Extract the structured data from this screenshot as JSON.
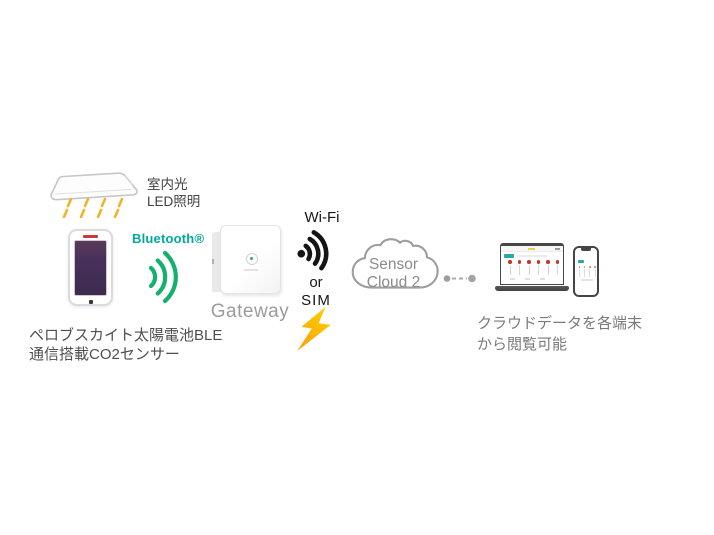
{
  "diagram": {
    "led": {
      "label_line1": "室内光",
      "label_line2": "LED照明"
    },
    "sensor": {
      "caption_line1": "ペロブスカイト太陽電池BLE",
      "caption_line2": "通信搭載CO2センサー"
    },
    "bluetooth_label": "Bluetooth®",
    "gateway_label": "Gateway",
    "uplink": {
      "wifi": "Wi-Fi",
      "or": "or",
      "sim": "SIM"
    },
    "cloud": {
      "line1": "Sensor",
      "line2": "Cloud 2"
    },
    "devices_caption": {
      "line1": "クラウドデータを各端末",
      "line2": "から閲覧可能"
    },
    "colors": {
      "bluetooth_teal": "#00a99c",
      "ble_wave_green": "#12b26e",
      "wifi_black": "#151515",
      "bolt_yellow": "#ffd200",
      "bolt_orange": "#f5a000",
      "cloud_outline": "#9e9e9e",
      "cloud_text": "#8c8c8c",
      "gateway_text": "#9b9b9b",
      "sensor_caption": "#4f4f4f",
      "devices_caption": "#7a7a7a",
      "led_label": "#3f3f3f",
      "solar_panel": "#47315a",
      "accent_teal": "#2aa9a0",
      "gauge_red": "#c0392b",
      "ray_yellow": "#f0b429",
      "connector_gray": "#9e9e9e"
    }
  }
}
